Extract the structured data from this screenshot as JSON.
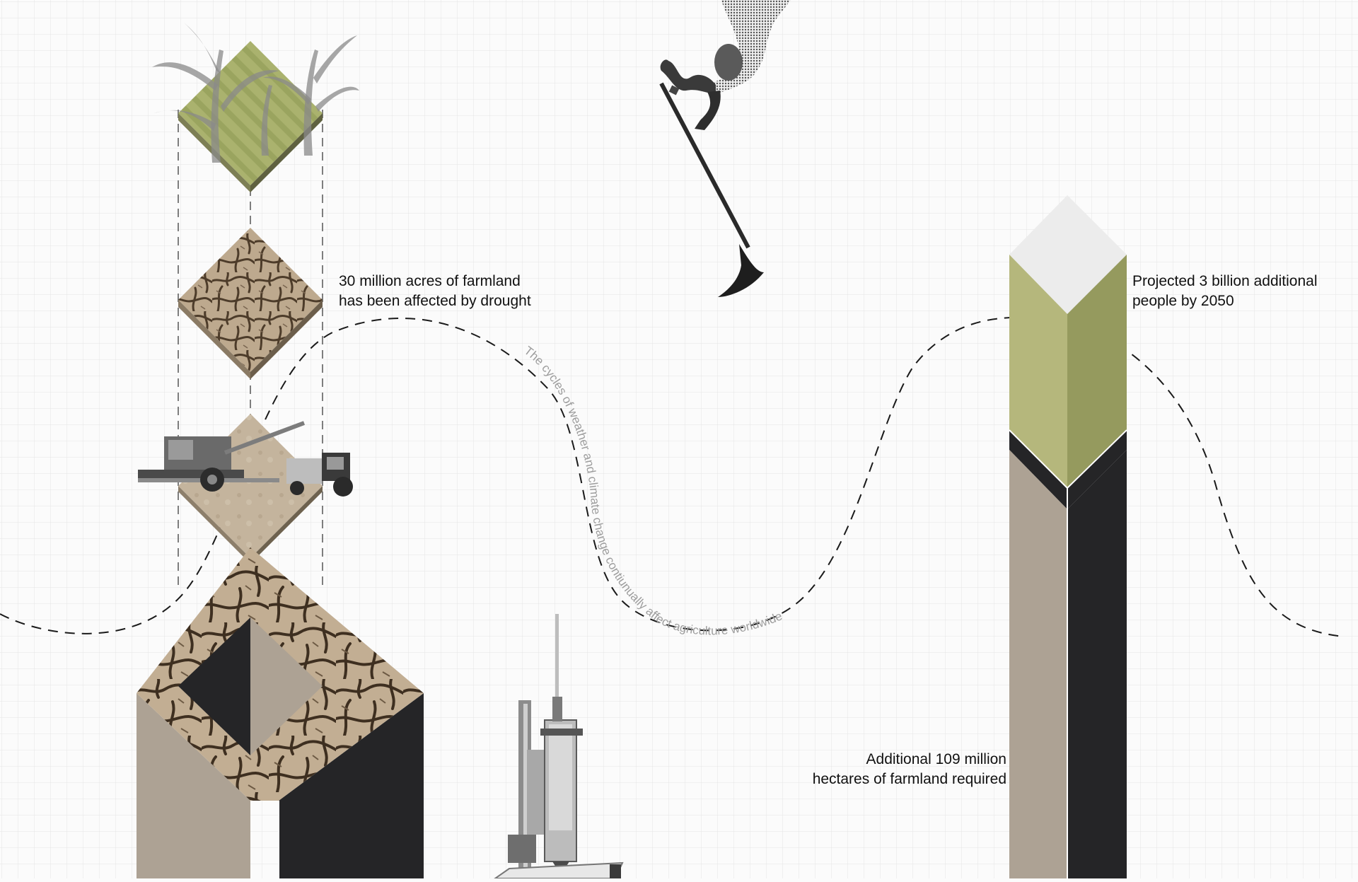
{
  "annotations": {
    "drought_line1": "30 million acres of farmland",
    "drought_line2": "has been affected by drought",
    "population_line1": "Projected 3 billion additional",
    "population_line2": "people by 2050",
    "farmland_line1": "Additional 109 million",
    "farmland_line2": "hectares of farmland required",
    "cycle_caption": "The cycles of weather and climate change contiunually affect agriculture worldwide"
  },
  "colors": {
    "background": "#fbfbfb",
    "grid": "#e4e4e4",
    "taupe": "#ada294",
    "charcoal": "#252527",
    "olive_light": "#b5b77c",
    "olive_dark": "#959a5e",
    "top_face_light": "#ececec",
    "caption_text": "#111111",
    "curve_caption_text": "#9d9d9d"
  },
  "icons": {
    "plant": "corn-plant-icon",
    "harvester": "combine-harvester-icon",
    "farmer": "farmer-with-hoe-icon",
    "printer": "3d-printer-icon"
  }
}
